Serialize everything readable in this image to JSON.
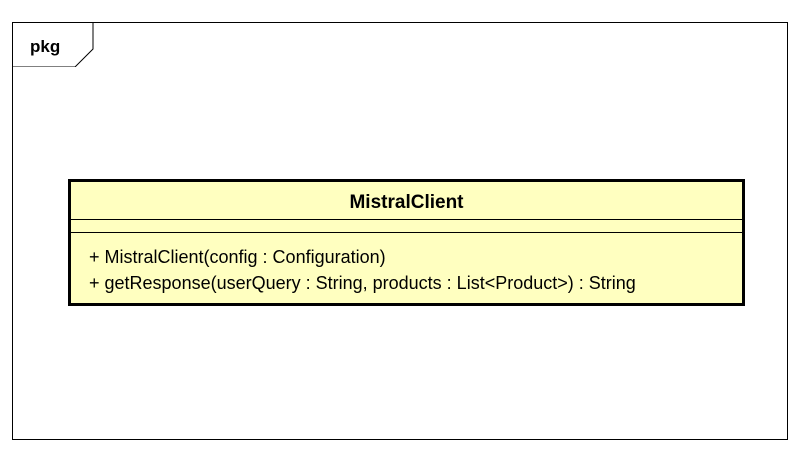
{
  "package": {
    "label": "pkg"
  },
  "class": {
    "name": "MistralClient",
    "attributes": [],
    "operations": [
      "+ MistralClient(config : Configuration)",
      "+ getResponse(userQuery : String, products : List<Product>) : String"
    ]
  },
  "colors": {
    "class_fill": "#ffffc0",
    "stroke": "#000000",
    "background": "#ffffff"
  }
}
